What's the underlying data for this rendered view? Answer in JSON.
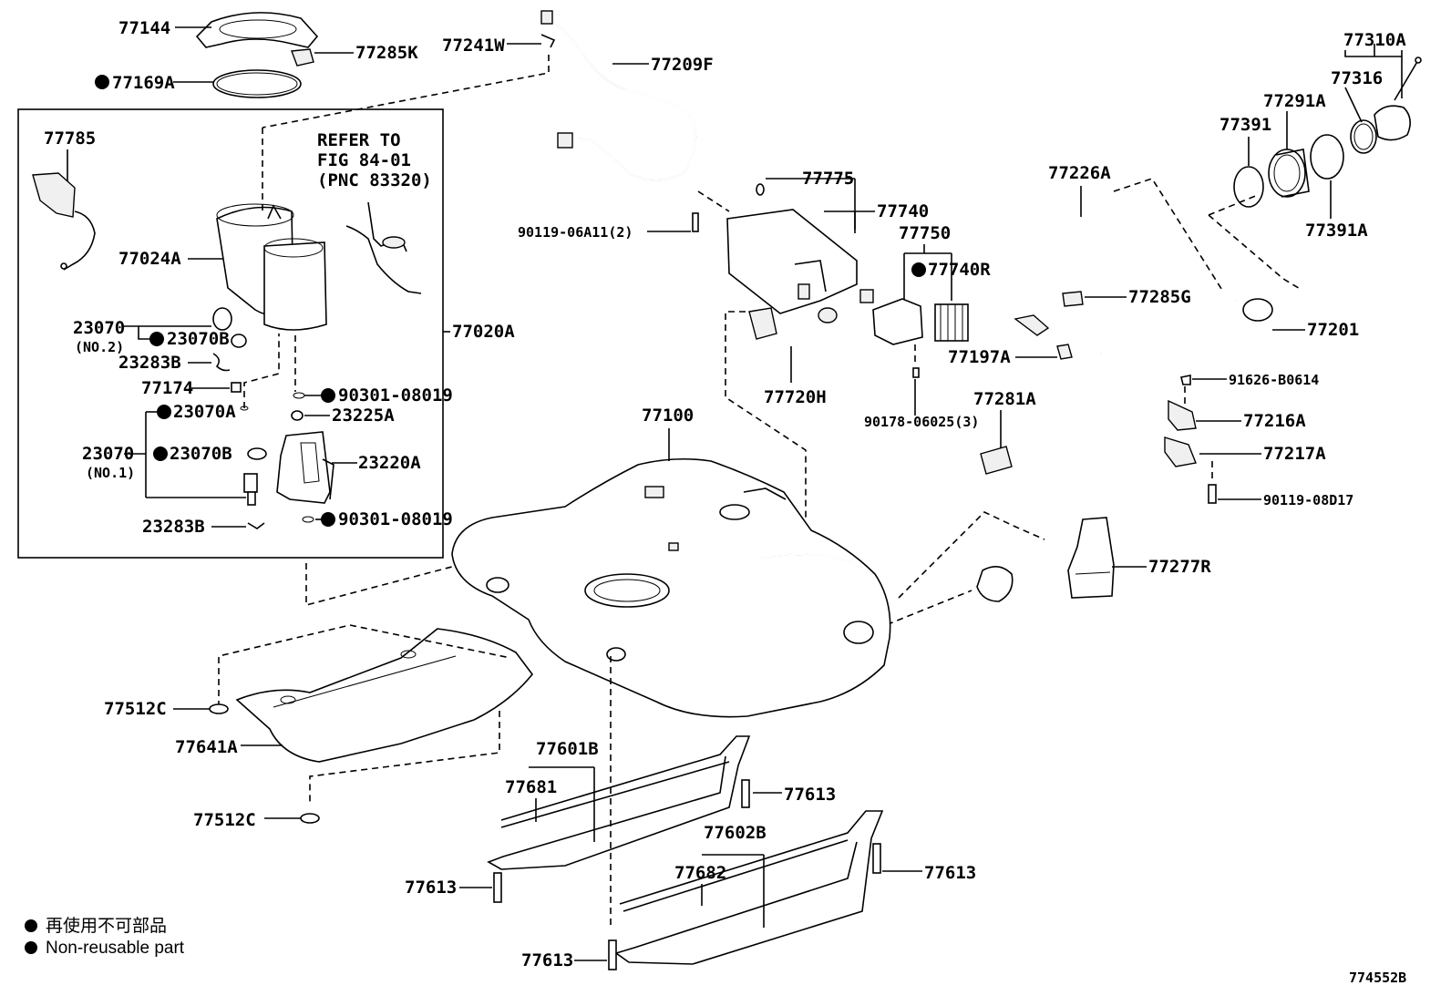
{
  "diagram": {
    "group_box_label": "77020A",
    "refer_note": [
      "REFER TO",
      "FIG 84-01",
      "(PNC 83320)"
    ],
    "parts": {
      "p77144": "77144",
      "p77285K": "77285K",
      "p77169A": "77169A",
      "p77241W": "77241W",
      "p77209F": "77209F",
      "p77310A": "77310A",
      "p77316": "77316",
      "p77291A": "77291A",
      "p77391": "77391",
      "p77391A": "77391A",
      "p77785": "77785",
      "p77024A": "77024A",
      "p23070_no2": "23070",
      "no2": "(NO.2)",
      "p23070B_a": "23070B",
      "p23283B_a": "23283B",
      "p77174": "77174",
      "p90301_a": "90301-08019",
      "p23070A": "23070A",
      "p23225A": "23225A",
      "p23070_no1": "23070",
      "no1": "(NO.1)",
      "p23070B_b": "23070B",
      "p23220A": "23220A",
      "p90301_b": "90301-08019",
      "p23283B_b": "23283B",
      "p77020A": "77020A",
      "p77775": "77775",
      "p77740": "77740",
      "p90119_06A11": "90119-06A11(2)",
      "p77750": "77750",
      "p77740R": "77740R",
      "p77720H": "77720H",
      "p90178": "90178-06025(3)",
      "p77226A": "77226A",
      "p77285G": "77285G",
      "p77201": "77201",
      "p77197A": "77197A",
      "p77281A": "77281A",
      "p91626": "91626-B0614",
      "p77216A": "77216A",
      "p77217A": "77217A",
      "p90119_08D17": "90119-08D17",
      "p77277R": "77277R",
      "p77100": "77100",
      "p77512C_a": "77512C",
      "p77641A": "77641A",
      "p77512C_b": "77512C",
      "p77601B": "77601B",
      "p77681": "77681",
      "p77613_a": "77613",
      "p77602B": "77602B",
      "p77682": "77682",
      "p77613_b": "77613",
      "p77613_c": "77613",
      "p77613_d": "77613"
    }
  },
  "legend": {
    "line_jp": "再使用不可部品",
    "line_en": "Non-reusable part"
  },
  "figure_id": "774552B"
}
